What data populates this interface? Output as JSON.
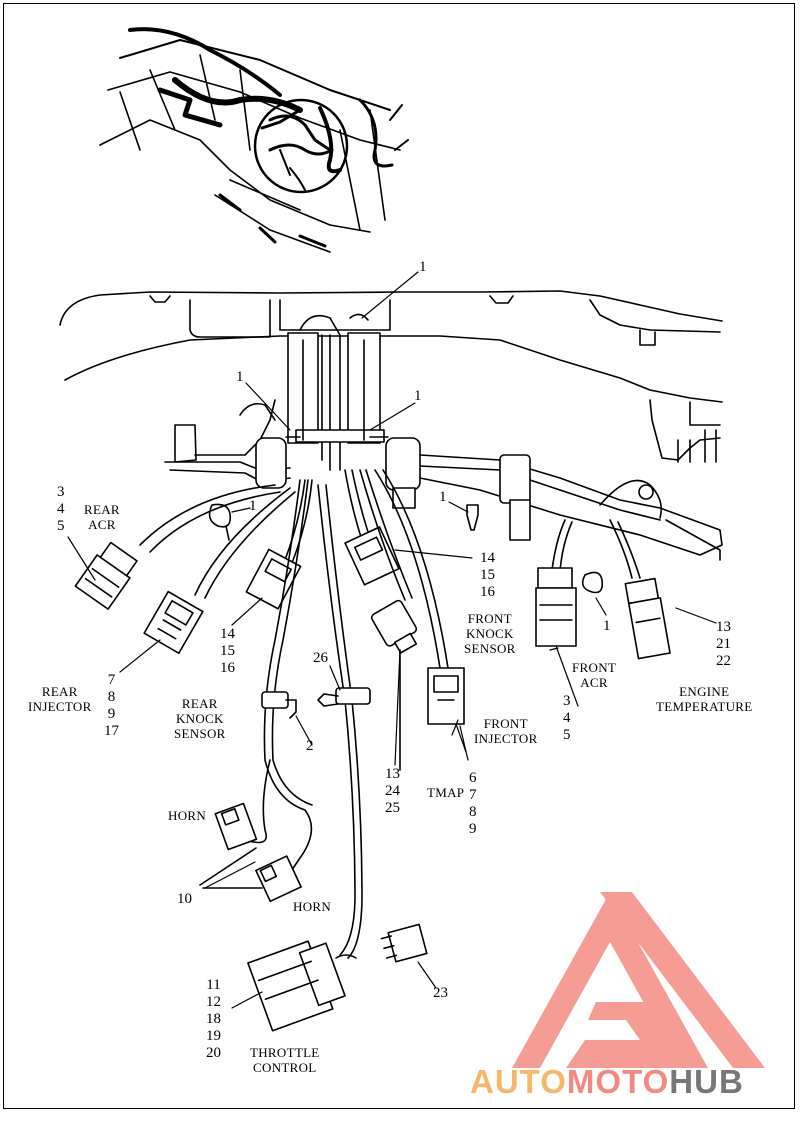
{
  "callouts": {
    "c1_top": "1",
    "c1_left": "1",
    "c1_right": "1",
    "c1_clip": "1",
    "c1_screw": "1",
    "c1_front": "1",
    "c2": "2",
    "c10": "10",
    "c23": "23",
    "c26": "26"
  },
  "labels": {
    "rear_acr": "REAR\nACR",
    "rear_acr_nums": "3\n4\n5",
    "rear_injector": "REAR\nINJECTOR",
    "rear_injector_nums": "7\n8\n9\n17",
    "rear_knock_nums": "14\n15\n16",
    "rear_knock": "REAR\nKNOCK\nSENSOR",
    "front_knock_nums": "14\n15\n16",
    "front_knock": "FRONT\nKNOCK\nSENSOR",
    "front_acr": "FRONT\nACR",
    "front_acr_nums": "3\n4\n5",
    "engine_temp_nums": "13\n21\n22",
    "engine_temp": "ENGINE\nTEMPERATURE",
    "front_injector": "FRONT\nINJECTOR",
    "front_injector_nums": "6\n7\n8\n9",
    "tmap_nums": "13\n24\n25",
    "tmap": "TMAP",
    "horn_top": "HORN",
    "horn_bottom": "HORN",
    "throttle_nums": "11\n12\n18\n19\n20",
    "throttle": "THROTTLE\nCONTROL"
  },
  "watermark": {
    "part1": "AUTO",
    "part2": "MOTO",
    "part3": "HUB",
    "color1": "#f6b76a",
    "color2": "#f28a82",
    "color3": "#777777",
    "logo_color": "#f4928a"
  }
}
